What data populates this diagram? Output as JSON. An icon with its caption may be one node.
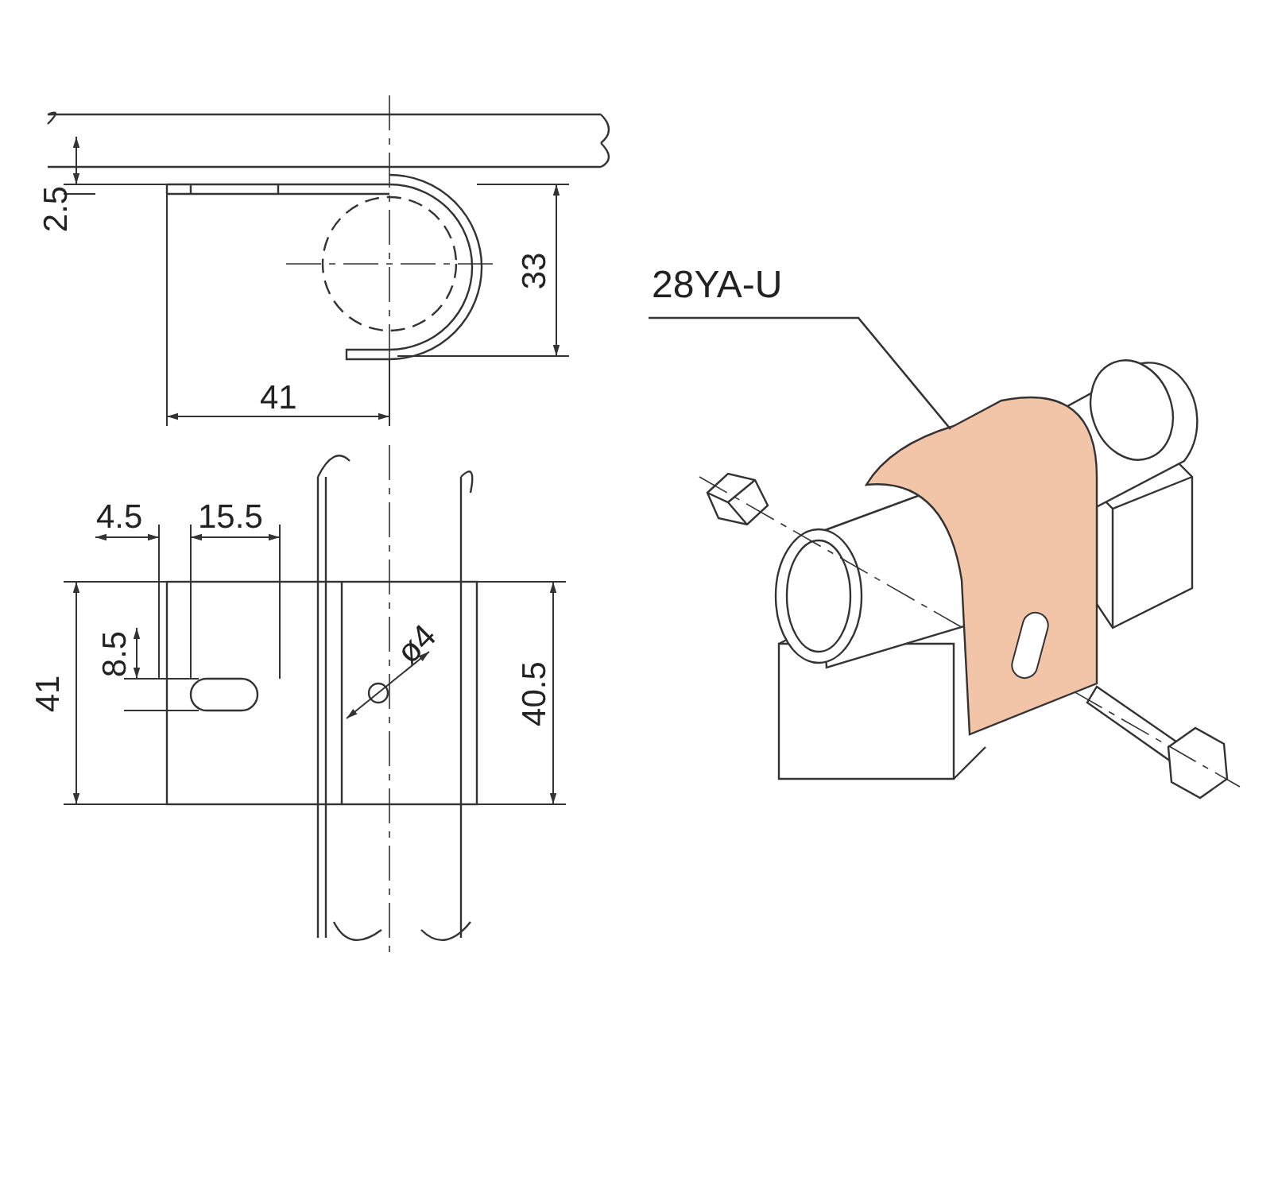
{
  "diagram": {
    "nodes": [
      {
        "text": [
          "28YA-U"
        ]
      },
      {
        "text": [],
        "shape": "picture"
      }
    ],
    "edges": [
      {
        "from": 0,
        "to": 1,
        "arrow": "none"
      }
    ],
    "labels": [
      "2.5",
      "33",
      "41",
      "4.5",
      "15.5",
      "8.5",
      "41",
      "ø4",
      "40.5"
    ]
  }
}
